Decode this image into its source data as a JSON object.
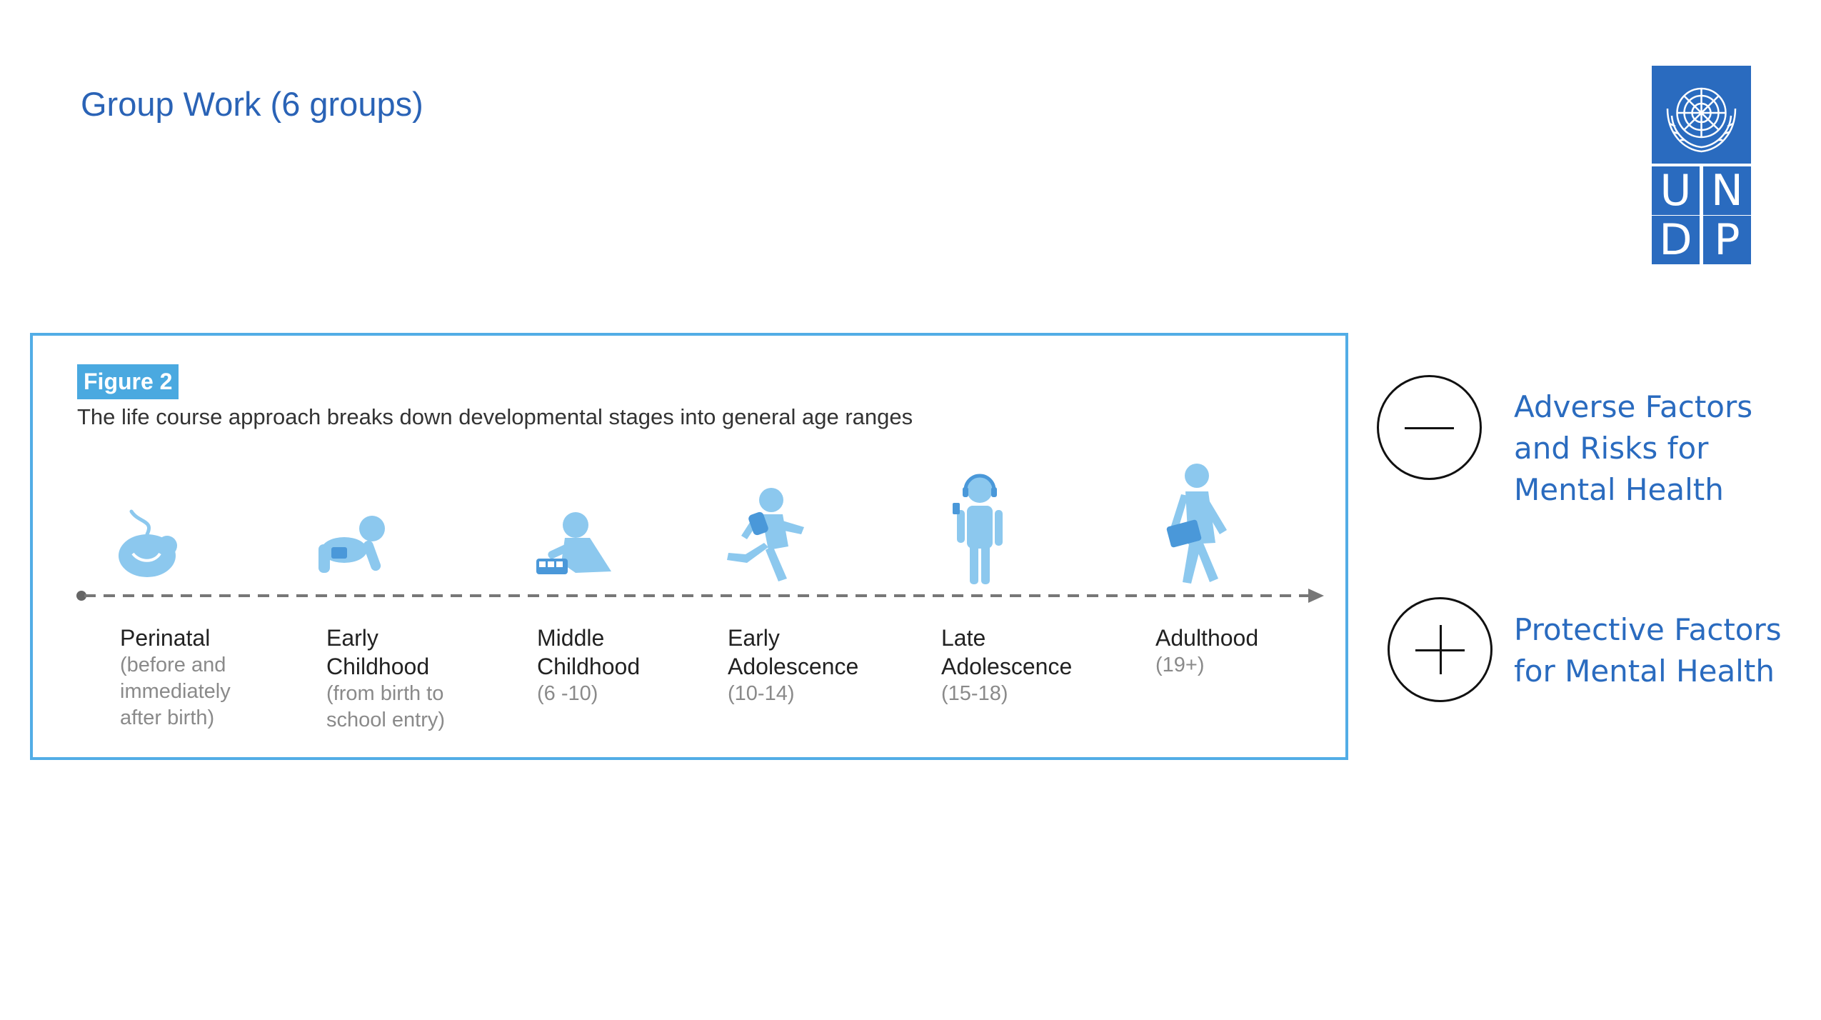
{
  "title": "Group Work (6 groups)",
  "logo": {
    "letters": [
      "U",
      "N",
      "D",
      "P"
    ]
  },
  "figure": {
    "label": "Figure 2",
    "caption": "The life course approach breaks down developmental stages into general age ranges",
    "stages": [
      {
        "name": "Perinatal",
        "range": "(before and immediately after birth)",
        "icon": "fetus-icon"
      },
      {
        "name": "Early Childhood",
        "range": "(from birth to school entry)",
        "icon": "crawling-baby-icon"
      },
      {
        "name": "Middle Childhood",
        "range": "(6 -10)",
        "icon": "child-with-toy-bus-icon"
      },
      {
        "name": "Early Adolescence",
        "range": "(10-14)",
        "icon": "running-child-icon"
      },
      {
        "name": "Late Adolescence",
        "range": "(15-18)",
        "icon": "teen-with-headphones-icon"
      },
      {
        "name": "Adulthood",
        "range": "(19+)",
        "icon": "adult-with-briefcase-icon"
      }
    ]
  },
  "factors": {
    "adverse": {
      "text": "Adverse Factors and Risks for Mental Health",
      "icon": "minus-circle-icon"
    },
    "protective": {
      "text": "Protective Factors for Mental Health",
      "icon": "plus-circle-icon"
    }
  },
  "colors": {
    "title": "#2a63b6",
    "accent": "#52ade6",
    "figure_icon": "#8cc8ee",
    "undp_blue": "#2a6bbf"
  }
}
